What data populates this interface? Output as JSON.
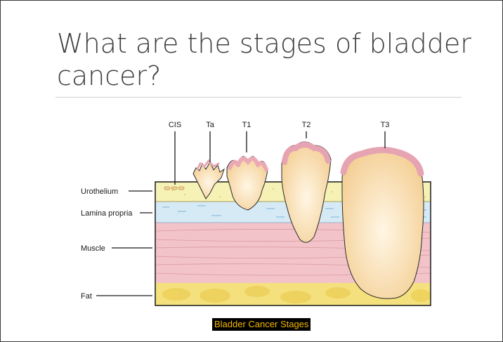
{
  "slide": {
    "title": "What are the stages of bladder cancer?",
    "caption": "Bladder Cancer Stages"
  },
  "diagram": {
    "stage_labels": [
      "CIS",
      "Ta",
      "T1",
      "T2",
      "T3"
    ],
    "layer_labels": [
      "Urothelium",
      "Lamina propria",
      "Muscle",
      "Fat"
    ],
    "colors": {
      "urothelium": "#f6f1b5",
      "lamina": "#d6eaf6",
      "muscle": "#f2c3c8",
      "fat": "#f4e07c",
      "tumor": "#fbe2b8",
      "tumor_cap": "#f1b7c2"
    }
  }
}
